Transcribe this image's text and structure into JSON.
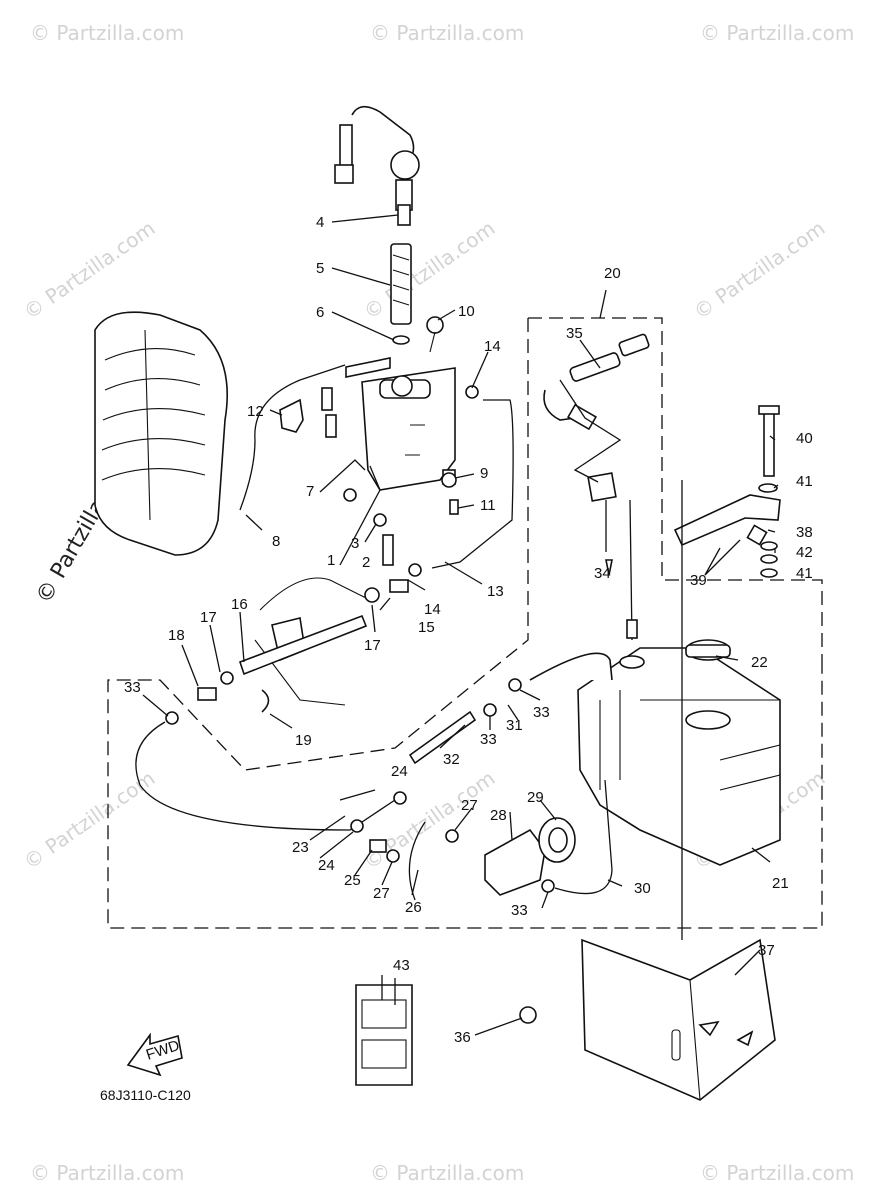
{
  "watermarks": {
    "site": "© Partzilla.com",
    "side_text": "© Partzilla.com"
  },
  "diagram_code": "68J3110-C120",
  "fwd_label": "FWD",
  "callouts": [
    "1",
    "2",
    "3",
    "4",
    "5",
    "6",
    "7",
    "8",
    "9",
    "10",
    "11",
    "12",
    "13",
    "14",
    "14",
    "15",
    "16",
    "17",
    "17",
    "18",
    "19",
    "20",
    "21",
    "22",
    "23",
    "24",
    "24",
    "25",
    "26",
    "27",
    "27",
    "28",
    "29",
    "30",
    "31",
    "32",
    "33",
    "33",
    "33",
    "33",
    "34",
    "35",
    "36",
    "37",
    "38",
    "39",
    "40",
    "41",
    "41",
    "42",
    "43"
  ]
}
